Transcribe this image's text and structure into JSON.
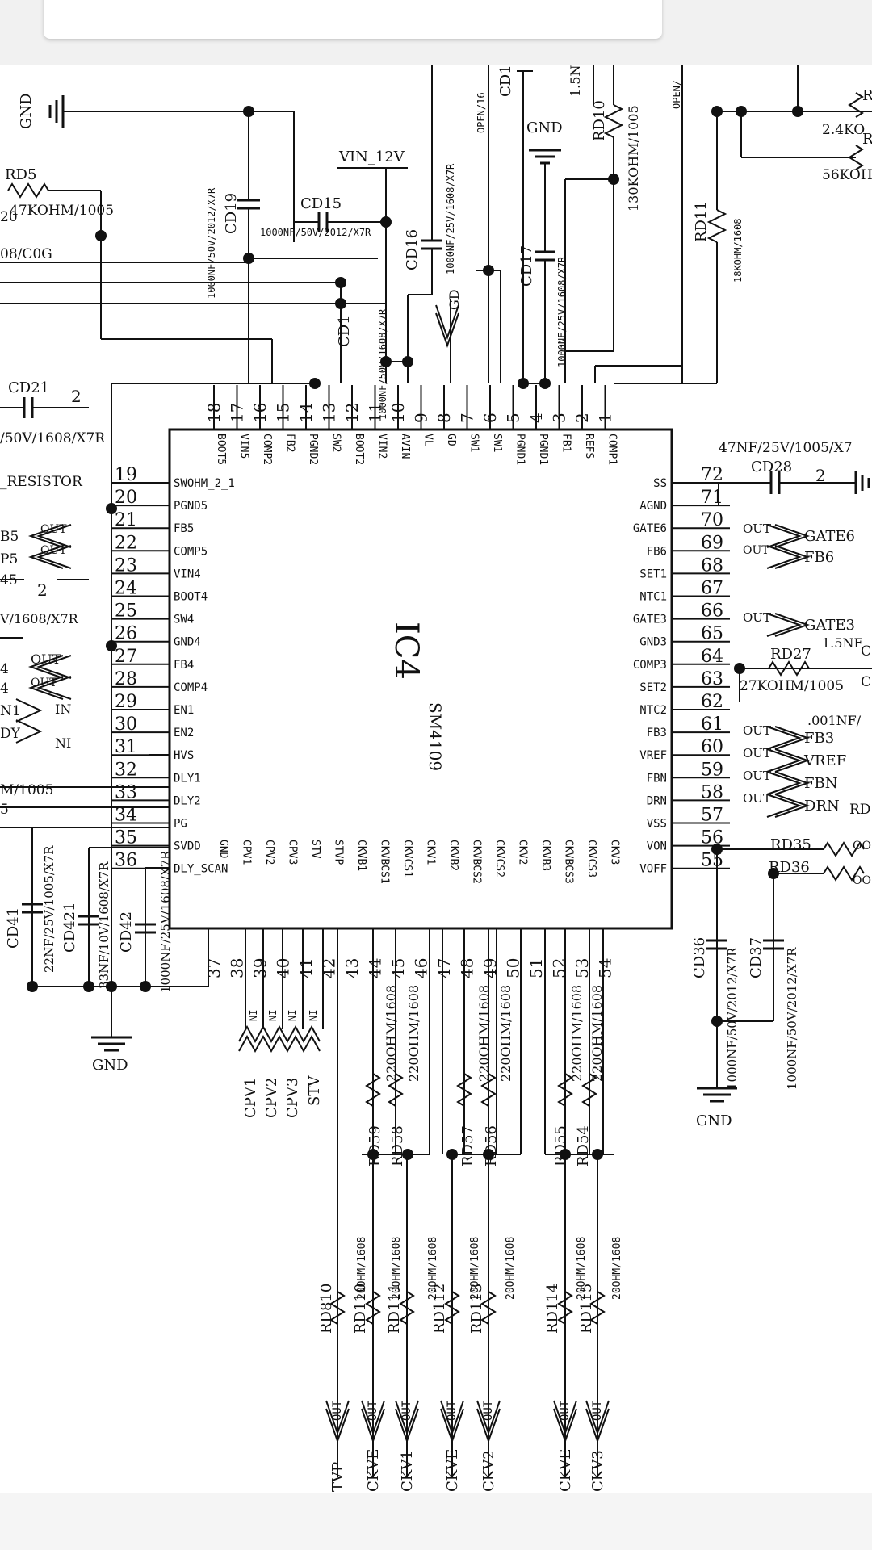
{
  "chip": {
    "ref": "IC4",
    "part": "SM4109",
    "top_pins": [
      {
        "num": "18",
        "name": "BOOT5"
      },
      {
        "num": "17",
        "name": "VIN5"
      },
      {
        "num": "16",
        "name": "COMP2"
      },
      {
        "num": "15",
        "name": "FB2"
      },
      {
        "num": "14",
        "name": "PGND2"
      },
      {
        "num": "13",
        "name": "SW2"
      },
      {
        "num": "12",
        "name": "BOOT2"
      },
      {
        "num": "11",
        "name": "VIN2"
      },
      {
        "num": "10",
        "name": "AVIN"
      },
      {
        "num": "9",
        "name": "VL"
      },
      {
        "num": "8",
        "name": "GD"
      },
      {
        "num": "7",
        "name": "SW1"
      },
      {
        "num": "6",
        "name": "SW1"
      },
      {
        "num": "5",
        "name": "PGND1"
      },
      {
        "num": "4",
        "name": "PGND1"
      },
      {
        "num": "3",
        "name": "FB1"
      },
      {
        "num": "2",
        "name": "REFS"
      },
      {
        "num": "1",
        "name": "COMP1"
      }
    ],
    "left_pins": [
      {
        "num": "19",
        "name": "SWOHM_2_1"
      },
      {
        "num": "20",
        "name": "PGND5"
      },
      {
        "num": "21",
        "name": "FB5"
      },
      {
        "num": "22",
        "name": "COMP5"
      },
      {
        "num": "23",
        "name": "VIN4"
      },
      {
        "num": "24",
        "name": "BOOT4"
      },
      {
        "num": "25",
        "name": "SW4"
      },
      {
        "num": "26",
        "name": "GND4"
      },
      {
        "num": "27",
        "name": "FB4"
      },
      {
        "num": "28",
        "name": "COMP4"
      },
      {
        "num": "29",
        "name": "EN1"
      },
      {
        "num": "30",
        "name": "EN2"
      },
      {
        "num": "31",
        "name": "HVS"
      },
      {
        "num": "32",
        "name": "DLY1"
      },
      {
        "num": "33",
        "name": "DLY2"
      },
      {
        "num": "34",
        "name": "PG"
      },
      {
        "num": "35",
        "name": "SVDD"
      },
      {
        "num": "36",
        "name": "DLY_SCAN"
      }
    ],
    "right_pins": [
      {
        "num": "72",
        "name": "SS"
      },
      {
        "num": "71",
        "name": "AGND"
      },
      {
        "num": "70",
        "name": "GATE6"
      },
      {
        "num": "69",
        "name": "FB6"
      },
      {
        "num": "68",
        "name": "SET1"
      },
      {
        "num": "67",
        "name": "NTC1"
      },
      {
        "num": "66",
        "name": "GATE3"
      },
      {
        "num": "65",
        "name": "GND3"
      },
      {
        "num": "64",
        "name": "COMP3"
      },
      {
        "num": "63",
        "name": "SET2"
      },
      {
        "num": "62",
        "name": "NTC2"
      },
      {
        "num": "61",
        "name": "FB3"
      },
      {
        "num": "60",
        "name": "VREF"
      },
      {
        "num": "59",
        "name": "FBN"
      },
      {
        "num": "58",
        "name": "DRN"
      },
      {
        "num": "57",
        "name": "VSS"
      },
      {
        "num": "56",
        "name": "VON"
      },
      {
        "num": "55",
        "name": "VOFF"
      }
    ],
    "bottom_pins": [
      {
        "num": "37",
        "name": "GND"
      },
      {
        "num": "38",
        "name": "CPV1"
      },
      {
        "num": "39",
        "name": "CPV2"
      },
      {
        "num": "40",
        "name": "CPV3"
      },
      {
        "num": "41",
        "name": "STV"
      },
      {
        "num": "42",
        "name": "STVP"
      },
      {
        "num": "43",
        "name": "CKVB1"
      },
      {
        "num": "44",
        "name": "CKVBCS1"
      },
      {
        "num": "45",
        "name": "CKVCS1"
      },
      {
        "num": "46",
        "name": "CKV1"
      },
      {
        "num": "47",
        "name": "CKVB2"
      },
      {
        "num": "48",
        "name": "CKVBCS2"
      },
      {
        "num": "49",
        "name": "CKVCS2"
      },
      {
        "num": "50",
        "name": "CKV2"
      },
      {
        "num": "51",
        "name": "CKVB3"
      },
      {
        "num": "52",
        "name": "CKVBCS3"
      },
      {
        "num": "53",
        "name": "CKVCS3"
      },
      {
        "num": "54",
        "name": "CKV3"
      }
    ]
  },
  "labels": {
    "gnd_tl": "GND",
    "gnd_top": "GND",
    "gnd_bl": "GND",
    "gnd_br": "GND",
    "vin_12v": "VIN_12V",
    "rd5": "RD5",
    "rd5_val": "47KOHM/1005",
    "c0g": "08/C0G",
    "frag_20": "20",
    "cd19": "CD19",
    "cd19_val": "1000NF/50V/2012/X7R",
    "cd15": "CD15",
    "cd15_val": "1000NF/50V/2012/X7R",
    "cd16": "CD16",
    "cd16_val": "1000NF/25V/1608/X7R",
    "cd17": "CD17",
    "cd17_val": "1000NF/25V/1608/X7R",
    "cd1x": "CD1",
    "cd1x_val": "1000NF/50V/1608/X7R",
    "open16": "OPEN/16",
    "cd1_top": "CD1",
    "one_5n": "1.5N",
    "rd10": "RD10",
    "rd10_val": "130KOHM/1005",
    "open_r": "OPEN/",
    "rd11": "RD11",
    "rd11_val": "18KOHM/1608",
    "r_frag1": "R",
    "r_val1": "2.4KO",
    "r_frag2": "R",
    "r_val2": "56KOH",
    "cd21": "CD21",
    "cd21_val": "/50V/1608/X7R",
    "resistor_frag": "_RESISTOR",
    "cd28_val": "47NF/25V/1005/X7",
    "cd28": "CD28",
    "fb5_frag": "B5",
    "p5_frag": "P5",
    "n45_frag": "45",
    "v1608_frag": "V/1608/X7R",
    "n4a": "4",
    "n4b": "4",
    "n1": "N1",
    "dy": "DY",
    "in": "IN",
    "ni": "NI",
    "out": "OUT",
    "m1005": "M/1005",
    "frag_5": "5",
    "gate6": "GATE6",
    "fb6": "FB6",
    "gate3": "GATE3",
    "fb3": "FB3",
    "vref": "VREF",
    "fbn": "FBN",
    "drn": "DRN",
    "rd27": "RD27",
    "rd27_val": "27KOHM/1005",
    "one5nf": "1.5NF",
    "c_frag": "C",
    "c_frag2": "C",
    "nf001": ".001NF/",
    "rd_frag": "RD",
    "rd35": "RD35",
    "rd36": "RD36",
    "oo1": "OO",
    "oo2": "OO",
    "cd41": "CD41",
    "cd41_val": "22NF/25V/1005/X7R",
    "cd421": "CD421",
    "cd421_val": "33NF/10V/1608/X7R",
    "cd42": "CD42",
    "cd42_val": "1000NF/25V/1608/X7R",
    "cd36": "CD36",
    "cd36_val": "1000NF/50V/2012/X7R",
    "cd37": "CD37",
    "cd37_val": "1000NF/50V/2012/X7R",
    "cpv1": "CPV1",
    "cpv2": "CPV2",
    "cpv3": "CPV3",
    "stv": "STV",
    "r220": "220OHM/1608",
    "rd59": "RD59",
    "rd58": "RD58",
    "rd57": "RD57",
    "rd56": "RD56",
    "rd55": "RD55",
    "rd54": "RD54",
    "r20": "20OHM/1608",
    "rd810": "RD810",
    "rd110": "RD110",
    "rd111": "RD111",
    "rd112": "RD112",
    "rd113": "RD113",
    "rd114": "RD114",
    "rd115": "RD115",
    "out_tvp": "TVP",
    "out_ckve1": "CKVE",
    "out_ckv1": "CKV1",
    "out_ckve2": "CKVE",
    "out_ckv2": "CKV2",
    "out_ckve3": "CKVE",
    "out_ckv3": "CKV3",
    "gd": "GD",
    "n1a": "1",
    "n2a": "2"
  }
}
